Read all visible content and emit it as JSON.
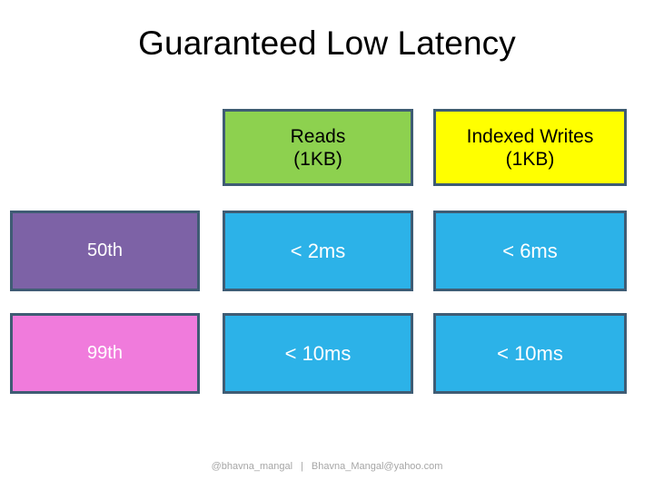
{
  "slide": {
    "title": "Guaranteed Low Latency",
    "footer": {
      "handle": "@bhavna_mangal",
      "separator": "|",
      "email": "Bhavna_Mangal@yahoo.com"
    }
  },
  "colors": {
    "border": "#3F5C74",
    "header_reads": "#8DD14F",
    "header_writes": "#FFFF00",
    "row_50th": "#7D62A6",
    "row_99th": "#F07BDC",
    "value_cell": "#2CB2E8",
    "title_text": "#000000",
    "footer_text": "#A6A6A6"
  },
  "table": {
    "corner_label": "",
    "columns": [
      {
        "line1": "Reads",
        "line2": "(1KB)"
      },
      {
        "line1": "Indexed Writes",
        "line2": "(1KB)"
      }
    ],
    "rows": [
      {
        "label": "50th",
        "values": [
          "< 2ms",
          "< 6ms"
        ]
      },
      {
        "label": "99th",
        "values": [
          "< 10ms",
          "< 10ms"
        ]
      }
    ]
  }
}
